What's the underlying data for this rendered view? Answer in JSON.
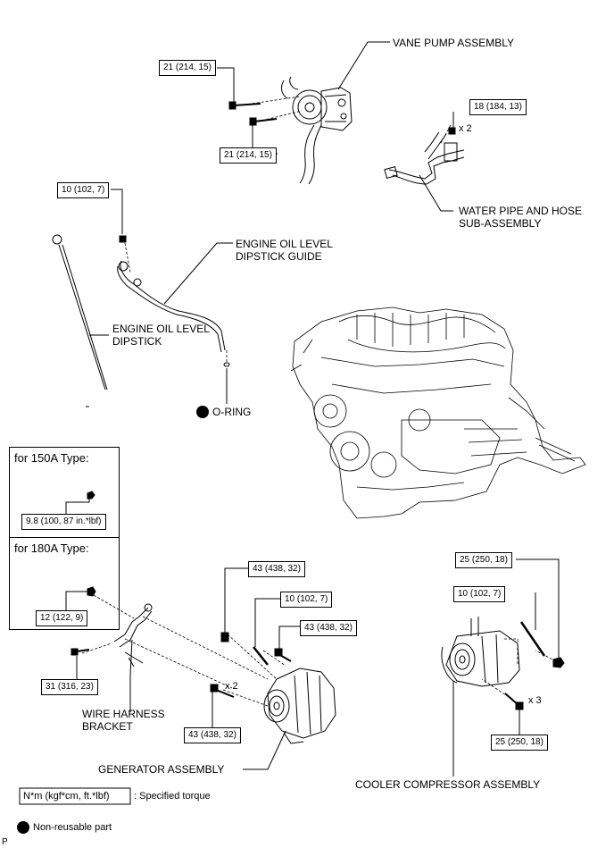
{
  "labels": {
    "vane_pump": "VANE PUMP ASSEMBLY",
    "water_pipe_1": "WATER PIPE AND HOSE",
    "water_pipe_2": "SUB-ASSEMBLY",
    "guide_1": "ENGINE OIL LEVEL",
    "guide_2": "DIPSTICK GUIDE",
    "dipstick_1": "ENGINE OIL LEVEL",
    "dipstick_2": "DIPSTICK",
    "oring": "O-RING",
    "harness_1": "WIRE HARNESS",
    "harness_2": "BRACKET",
    "generator": "GENERATOR ASSEMBLY",
    "compressor": "COOLER COMPRESSOR ASSEMBLY"
  },
  "torques": {
    "pump_top": "21 (214, 15)",
    "pump_bottom": "21 (214, 15)",
    "water_pipe": "18 (184, 13)",
    "dipstick_guide": "10 (102, 7)",
    "t150": "9.8 (100, 87 in.*lbf)",
    "t180": "12 (122, 9)",
    "harness": "31 (316, 23)",
    "gen_nut": "43 (438, 32)",
    "gen_stud": "10 (102, 7)",
    "gen_bolt_right": "43 (438, 32)",
    "gen_bolt_bottom": "43 (438, 32)",
    "comp_stud": "10 (102, 7)",
    "comp_nut": "25 (250, 18)",
    "comp_bolt": "25 (250, 18)"
  },
  "qty": {
    "water_pipe": "x 2",
    "gen_bolt": "x 2",
    "comp_bolt": "x 3"
  },
  "panels": {
    "p150_title": "for 150A Type:",
    "p180_title": "for 180A Type:"
  },
  "legend": {
    "torque_unit": "N*m (kgf*cm, ft.*lbf)",
    "torque_desc": ": Specified torque",
    "nonreusable": "Non-reusable part"
  },
  "corner": "P"
}
